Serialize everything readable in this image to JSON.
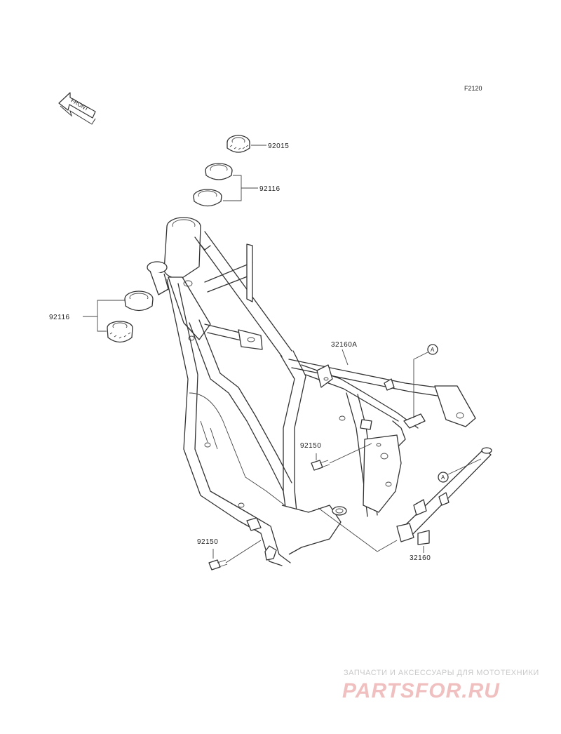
{
  "diagram": {
    "code": "F2120",
    "front_label": "FRONT",
    "callout_ref": "A",
    "parts": [
      {
        "number": "92015"
      },
      {
        "number": "92116"
      },
      {
        "number": "92116"
      },
      {
        "number": "32160A"
      },
      {
        "number": "92150"
      },
      {
        "number": "92150"
      },
      {
        "number": "32160"
      }
    ]
  },
  "watermark": {
    "subtitle": "ЗАПЧАСТИ И АКСЕССУАРЫ ДЛЯ МОТОТЕХНИКИ",
    "brand": "PARTSFOR.RU"
  },
  "colors": {
    "line": "#333333",
    "background": "#ffffff",
    "watermark_brand": "#f0c0c0"
  }
}
